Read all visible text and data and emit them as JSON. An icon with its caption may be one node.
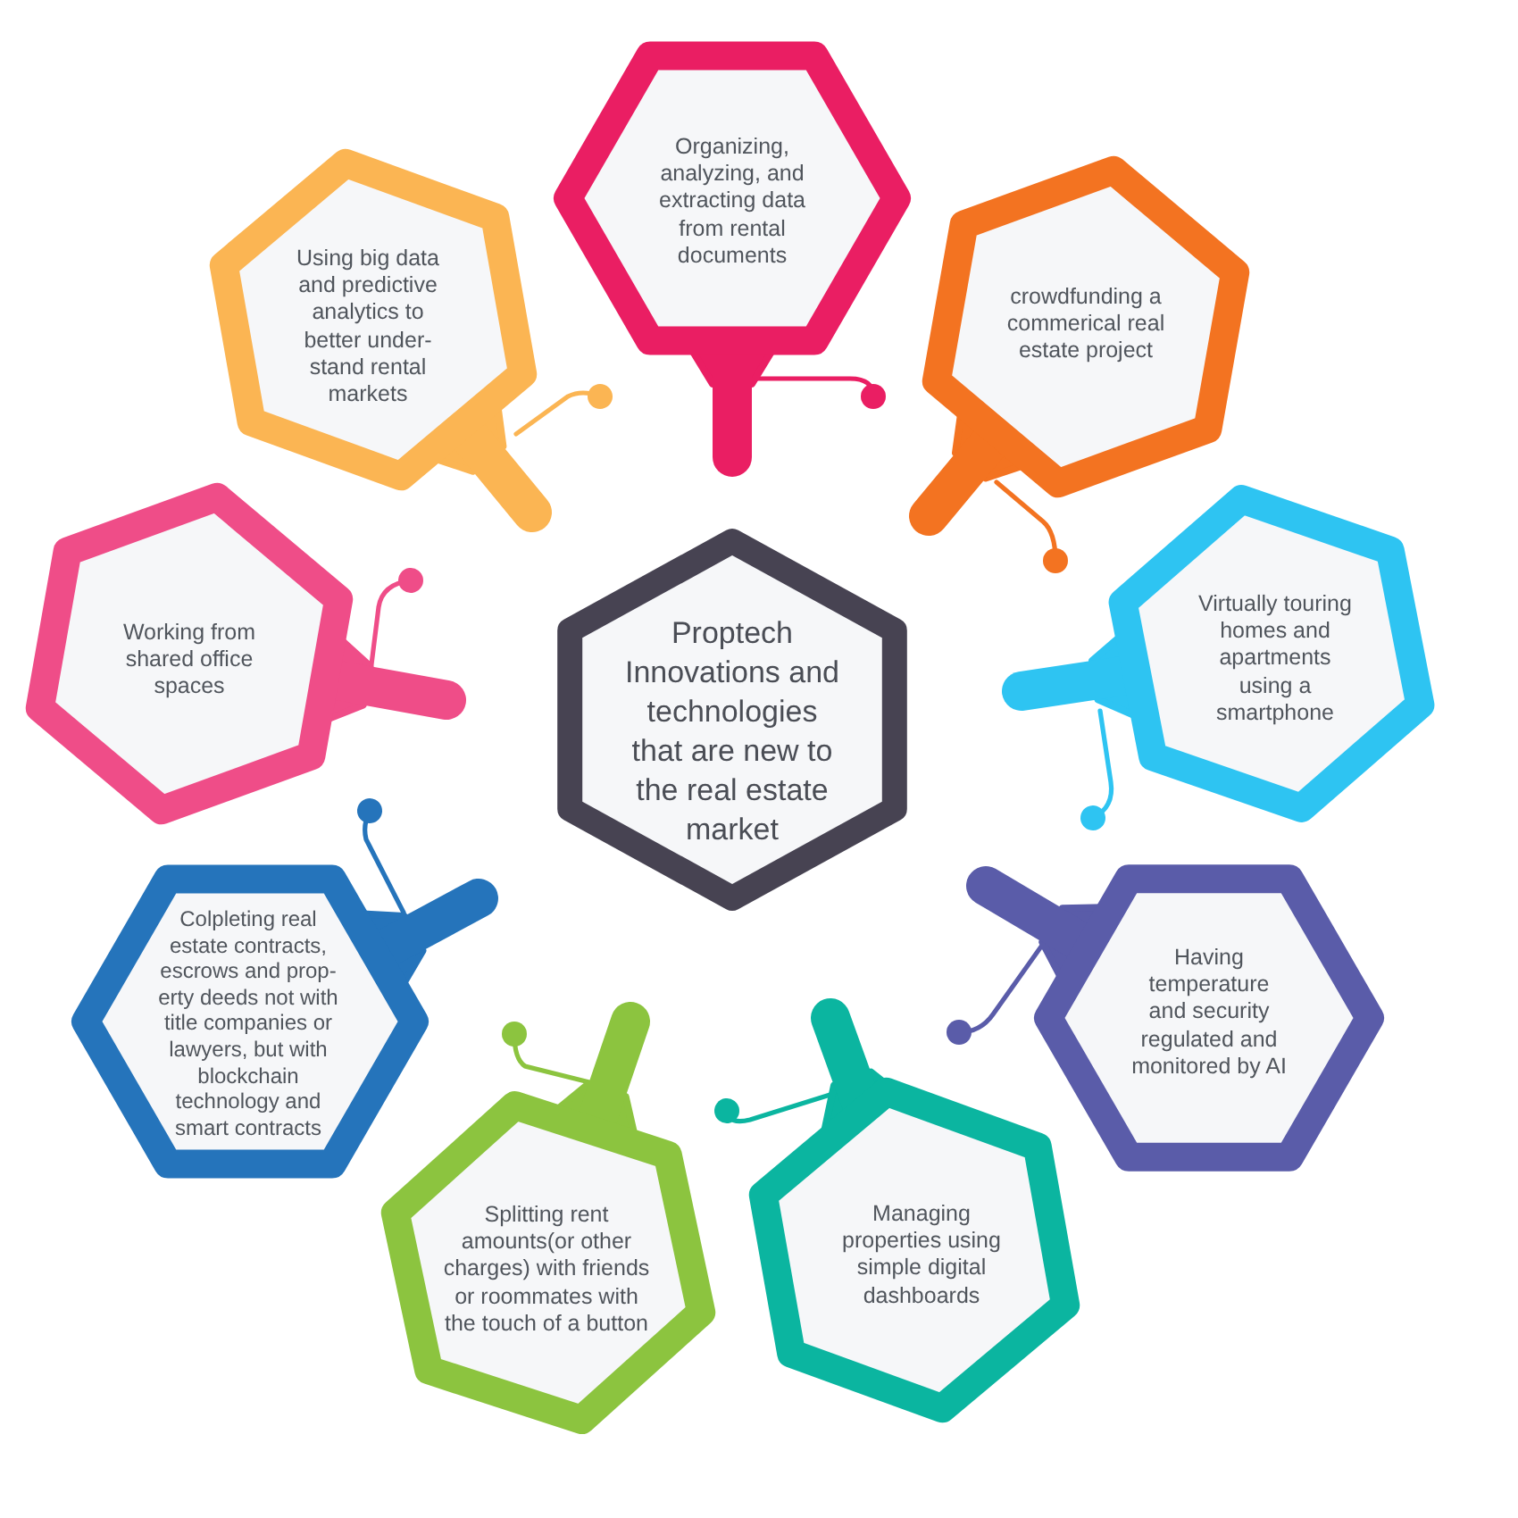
{
  "diagram": {
    "nodes": [
      {
        "text": [
          "Proptech Innovations and technologies that are new to the real estate market"
        ]
      },
      {
        "text": [
          "Organizing, analyzing, and extracting data from rental documents"
        ]
      },
      {
        "text": [
          "crowdfunding a commerical real estate project"
        ]
      },
      {
        "text": [
          "Virtually touring homes and apartments using a smartphone"
        ]
      },
      {
        "text": [
          "Having temperature and security regulated and monitored by AI"
        ]
      },
      {
        "text": [
          "Managing properties using simple digital dashboards"
        ]
      },
      {
        "text": [
          "Splitting rent amounts(or other charges) with friends or roommates with the touch of a button"
        ]
      },
      {
        "text": [
          "Colpleting real estate contracts, escrows and prop-erty deeds not with title companies or lawyers, but with blockchain technology and smart contracts"
        ]
      },
      {
        "text": [
          "Working from shared office spaces"
        ]
      },
      {
        "text": [
          "Using big data and predictive analytics to better under-stand rental markets"
        ]
      }
    ],
    "edges": [
      {
        "from": 1,
        "to": null,
        "arrow": "other",
        "color": "#ea1e63"
      },
      {
        "from": 2,
        "to": null,
        "arrow": "other",
        "color": "#f37321"
      },
      {
        "from": 3,
        "to": null,
        "arrow": "other",
        "color": "#2ec4f2"
      },
      {
        "from": 4,
        "to": null,
        "arrow": "other",
        "color": "#5a5ca9"
      },
      {
        "from": 5,
        "to": null,
        "arrow": "other",
        "color": "#0bb5a0"
      },
      {
        "from": 6,
        "to": null,
        "arrow": "other",
        "color": "#8cc43f"
      },
      {
        "from": 7,
        "to": null,
        "arrow": "other",
        "color": "#2574bb"
      },
      {
        "from": 8,
        "to": null,
        "arrow": "other",
        "color": "#ef4d88"
      },
      {
        "from": 9,
        "to": null,
        "arrow": "other",
        "color": "#fbb553"
      }
    ]
  }
}
